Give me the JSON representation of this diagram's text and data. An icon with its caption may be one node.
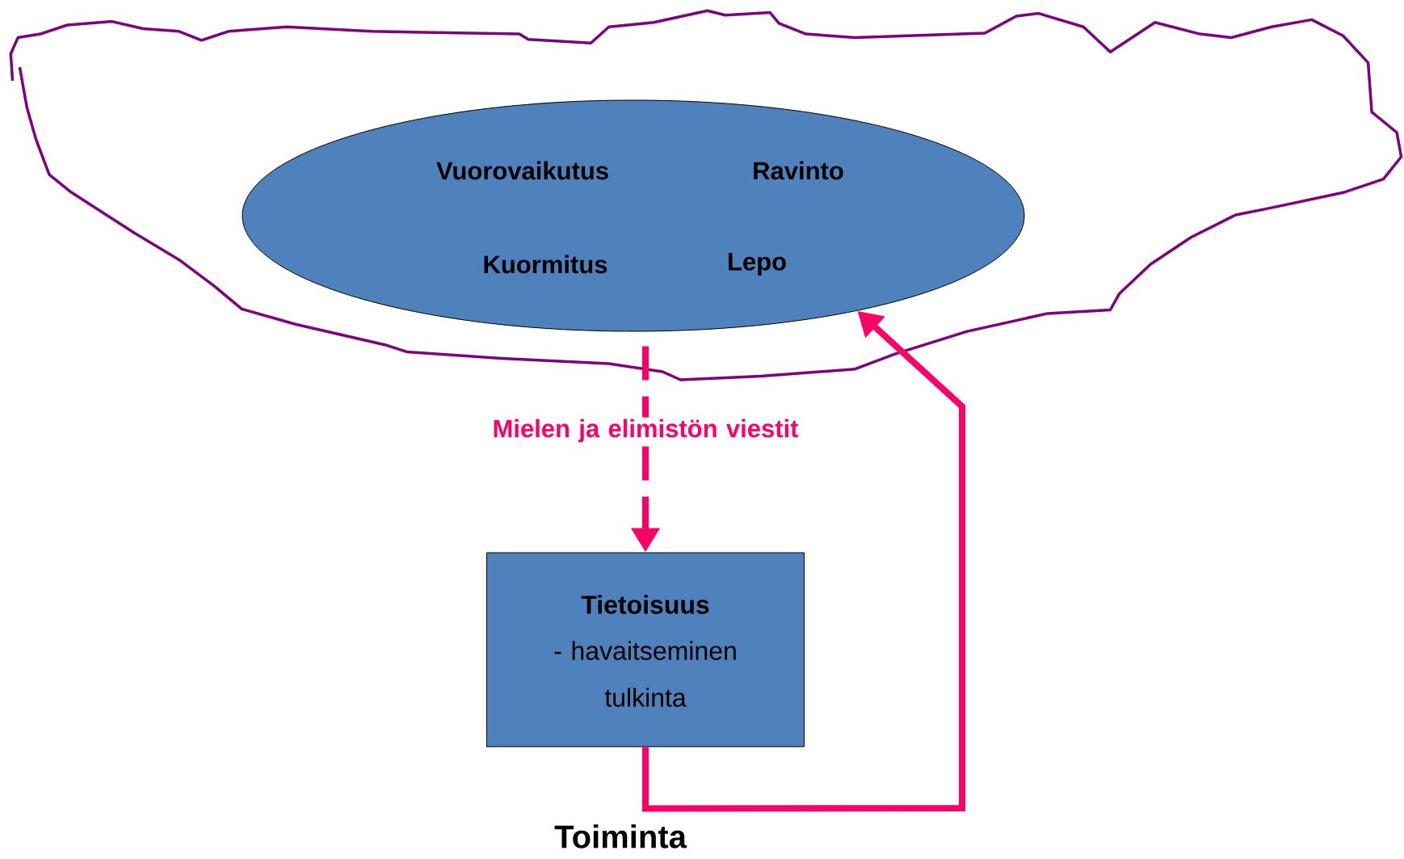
{
  "diagram": {
    "nodes": [
      {
        "text": [],
        "shape": "cloud"
      },
      {
        "text": [
          "Vuorovaikutus",
          "Ravinto",
          "Kuormitus",
          "Lepo"
        ],
        "in": 0
      },
      {
        "text": [
          "Tietoisuus",
          "- havaitseminen tulkinta"
        ]
      }
    ],
    "edges": [
      {
        "from": 1,
        "to": 2,
        "arrow": "to",
        "style": "dashed",
        "label": "Mielen ja elimistön viestit"
      },
      {
        "from": 2,
        "to": 1,
        "arrow": "to",
        "label": "Toiminta"
      }
    ]
  }
}
